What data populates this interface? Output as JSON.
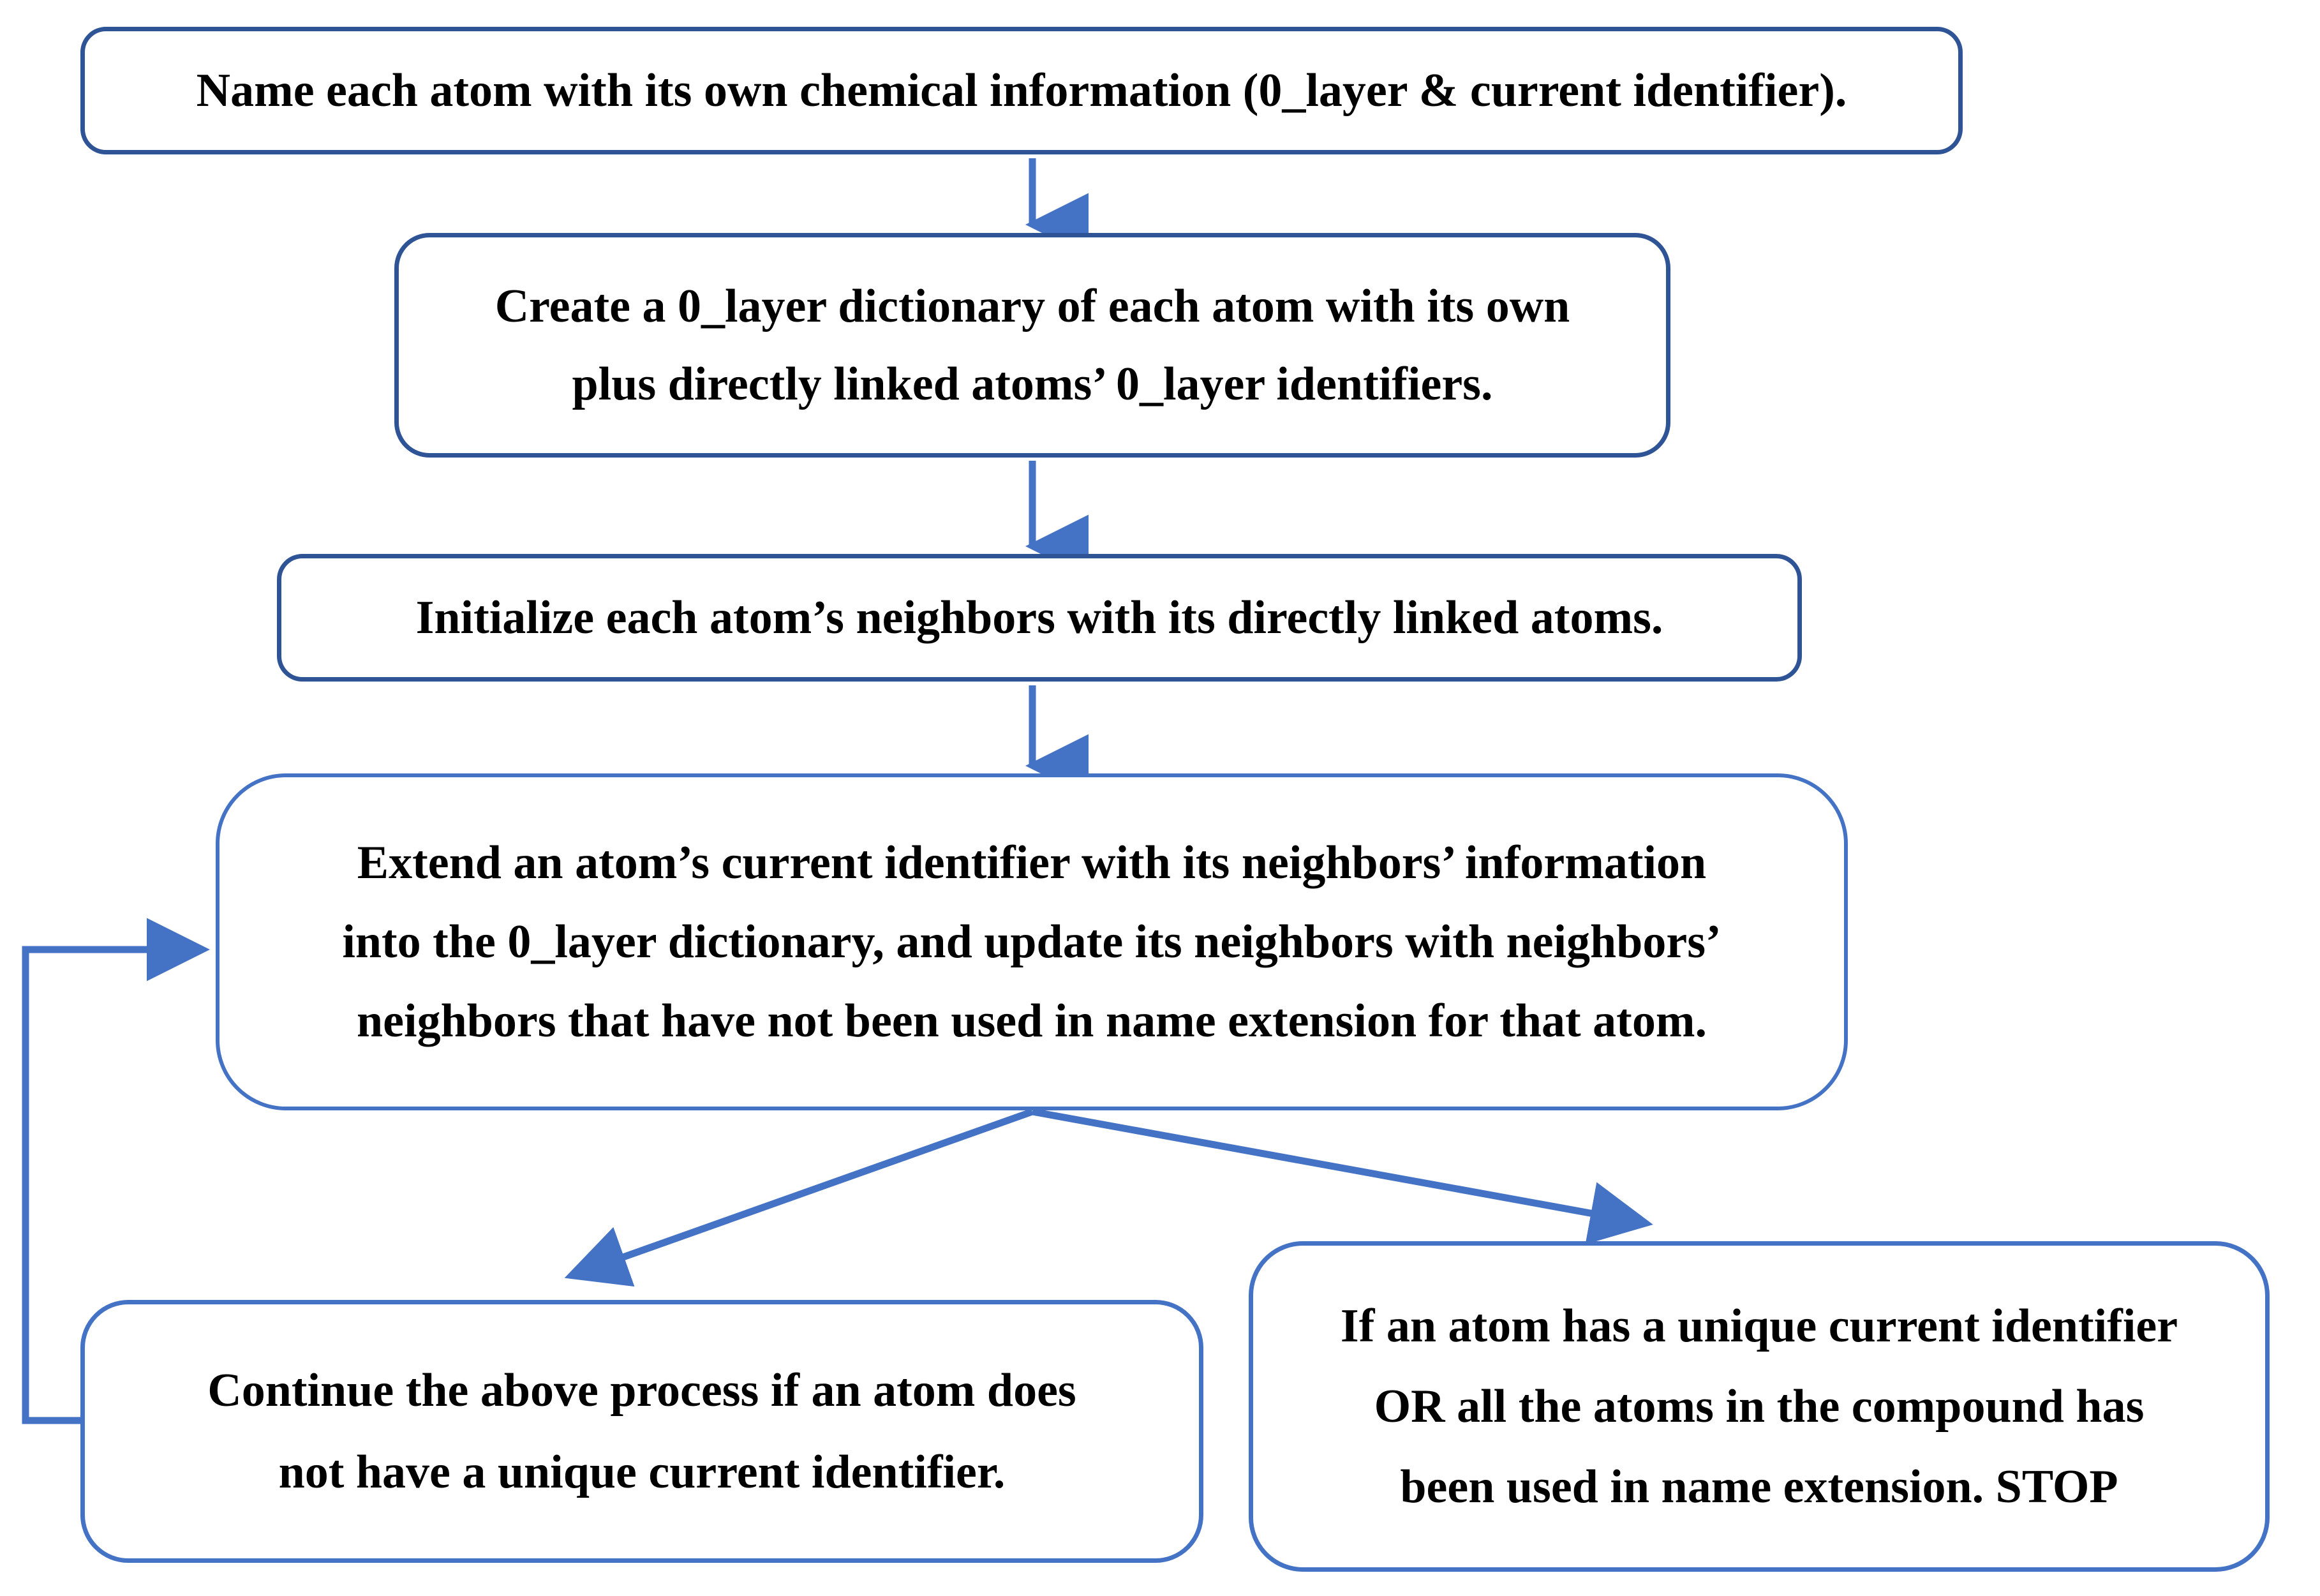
{
  "diagram": {
    "title": "Atom naming / identifier extension algorithm flowchart",
    "colors": {
      "box_border_dark": "#2E5496",
      "box_border_light": "#4472C4",
      "arrow": "#4472C4",
      "background": "#FFFFFF",
      "text": "#000000"
    },
    "nodes": [
      {
        "id": "name-atoms",
        "lines": [
          "Name each atom with its own chemical information (0_layer & current identifier)."
        ]
      },
      {
        "id": "create-dict",
        "lines": [
          "Create a 0_layer dictionary of each atom with its own",
          "plus directly linked atoms’ 0_layer identifiers."
        ]
      },
      {
        "id": "init-neighbors",
        "lines": [
          "Initialize each atom’s neighbors with its directly linked atoms."
        ]
      },
      {
        "id": "extend-identifier",
        "lines": [
          "Extend an atom’s current identifier with its neighbors’ information",
          "into the 0_layer dictionary, and update its neighbors with neighbors’",
          "neighbors that have not been used in name extension for that atom."
        ]
      },
      {
        "id": "continue",
        "lines": [
          "Continue the above process if an atom does",
          "not have a unique current identifier."
        ]
      },
      {
        "id": "stop",
        "lines": [
          "If an atom has a unique current identifier",
          "OR all the atoms in the compound has",
          "been used in name extension. STOP"
        ]
      }
    ],
    "edges": [
      {
        "id": "e1",
        "from": "name-atoms",
        "to": "create-dict",
        "kind": "straight-down"
      },
      {
        "id": "e2",
        "from": "create-dict",
        "to": "init-neighbors",
        "kind": "straight-down"
      },
      {
        "id": "e3",
        "from": "init-neighbors",
        "to": "extend-identifier",
        "kind": "straight-down"
      },
      {
        "id": "e4",
        "from": "extend-identifier",
        "to": "continue",
        "kind": "diagonal-left"
      },
      {
        "id": "e5",
        "from": "extend-identifier",
        "to": "stop",
        "kind": "diagonal-right"
      },
      {
        "id": "e6",
        "from": "continue",
        "to": "extend-identifier",
        "kind": "feedback-loop-left"
      }
    ]
  }
}
